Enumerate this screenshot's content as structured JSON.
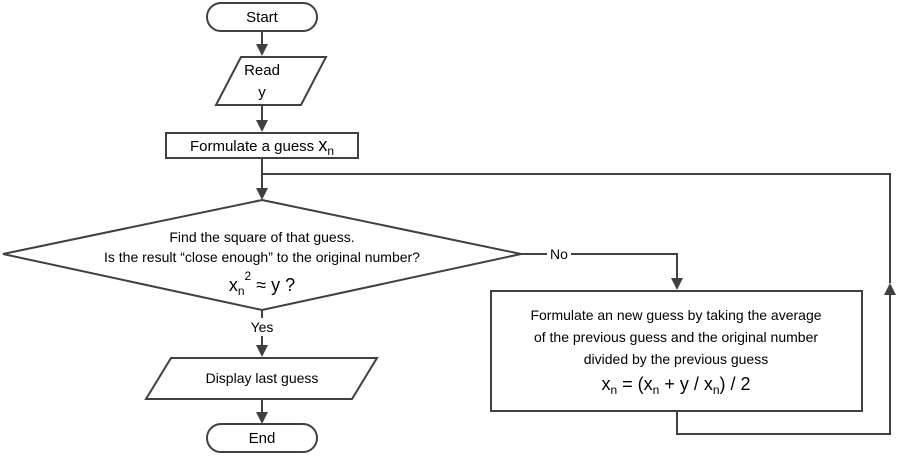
{
  "flowchart": {
    "start": {
      "label": "Start"
    },
    "read": {
      "line1": "Read",
      "line2": "y"
    },
    "formulate": {
      "label": "Formulate a guess ",
      "var": "x",
      "sub": "n"
    },
    "decision": {
      "line1": "Find the square of that guess.",
      "line2": "Is the result “close enough” to the original number?",
      "formula_var": "x",
      "formula_sub": "n",
      "formula_sup": "2",
      "formula_rest": " ≈ y ?"
    },
    "edge_no": "No",
    "edge_yes": "Yes",
    "new_guess": {
      "line1": "Formulate an new guess by taking the average",
      "line2": "of the previous guess and the original number",
      "line3": "divided by the previous guess",
      "f_x1": "x",
      "f_n1": "n",
      "f_mid1": " = (x",
      "f_n2": "n",
      "f_mid2": " + y / x",
      "f_n3": "n",
      "f_end": ") / 2"
    },
    "display": {
      "label": "Display last guess"
    },
    "end": {
      "label": "End"
    }
  },
  "colors": {
    "stroke": "#404040",
    "fill": "#ffffff",
    "text": "#000000"
  }
}
